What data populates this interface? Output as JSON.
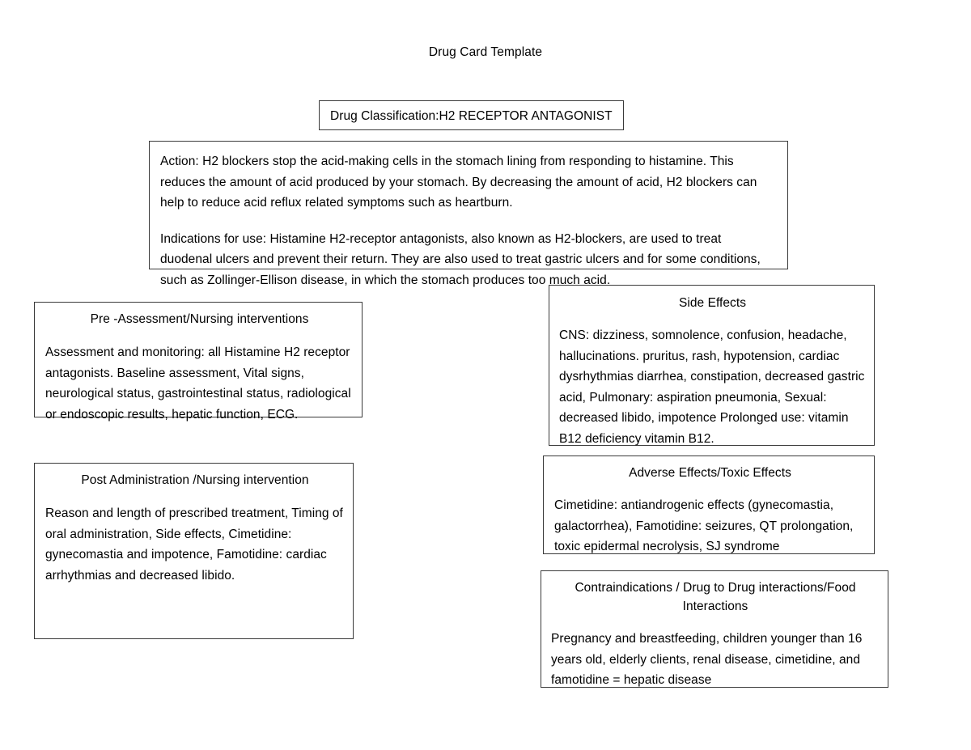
{
  "document": {
    "title": "Drug Card Template"
  },
  "boxes": {
    "classification": {
      "heading": "Drug Classification:H2 RECEPTOR ANTAGONIST"
    },
    "action": {
      "paragraph1": "Action: H2 blockers stop the acid-making cells in the stomach lining from responding to histamine. This reduces the amount of acid produced by your stomach. By decreasing the amount of acid, H2 blockers can help to reduce acid reflux related symptoms such as heartburn.",
      "paragraph2": "Indications for use: Histamine H2-receptor antagonists, also known as H2-blockers, are used to treat duodenal ulcers and prevent their return. They are also used to treat gastric ulcers and for some conditions, such as Zollinger-Ellison disease, in which the stomach produces too much acid."
    },
    "pre_assessment": {
      "heading": "Pre -Assessment/Nursing interventions",
      "body": "Assessment and monitoring: all Histamine H2 receptor antagonists. Baseline assessment, Vital signs, neurological status, gastrointestinal status, radiological or endoscopic results, hepatic function, ECG."
    },
    "side_effects": {
      "heading": "Side Effects",
      "body": "CNS: dizziness, somnolence, confusion, headache, hallucinations. pruritus, rash, hypotension, cardiac dysrhythmias diarrhea, constipation, decreased gastric acid, Pulmonary: aspiration pneumonia, Sexual: decreased libido, impotence Prolonged use: vitamin B12 deficiency vitamin B12."
    },
    "post_administration": {
      "heading": "Post Administration /Nursing intervention",
      "body": "Reason and length of prescribed treatment, Timing of oral administration, Side effects, Cimetidine: gynecomastia and impotence, Famotidine: cardiac arrhythmias and decreased libido."
    },
    "adverse_effects": {
      "heading": "Adverse Effects/Toxic Effects",
      "body": "Cimetidine: antiandrogenic effects (gynecomastia, galactorrhea), Famotidine: seizures, QT prolongation, toxic epidermal necrolysis, SJ syndrome"
    },
    "contraindications": {
      "heading": "Contraindications / Drug to Drug interactions/Food Interactions",
      "body": "Pregnancy and breastfeeding, children younger than 16 years old, elderly clients, renal disease, cimetidine, and famotidine = hepatic disease"
    }
  },
  "colors": {
    "border": "#3a3a3a",
    "text": "#000000",
    "background": "#ffffff"
  }
}
